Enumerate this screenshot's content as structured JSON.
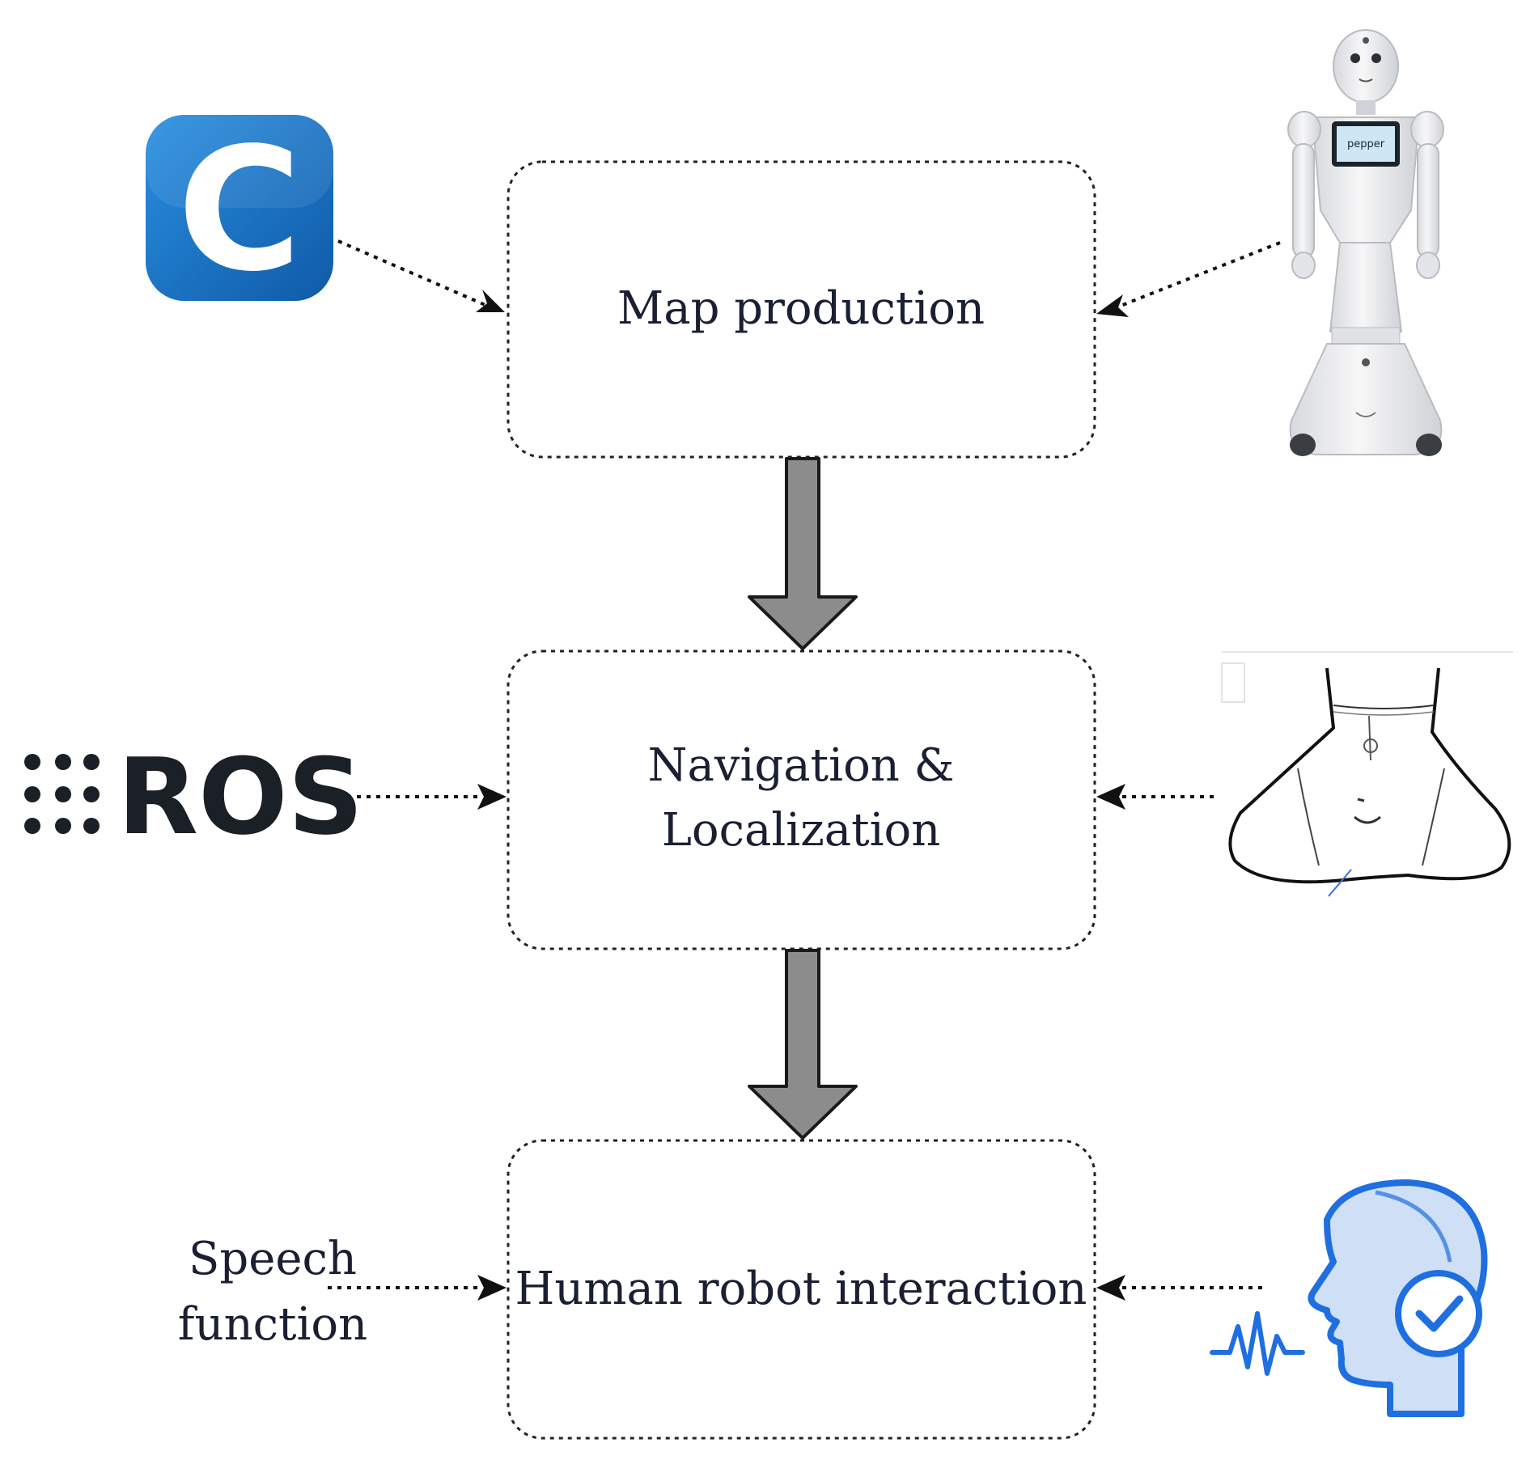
{
  "boxes": {
    "map_production": "Map production",
    "navigation_line1": "Navigation &",
    "navigation_line2": "Localization",
    "hri": "Human robot interaction"
  },
  "inputs": {
    "c_logo_letter": "C",
    "ros_logo_text": "ROS",
    "speech_line1": "Speech",
    "speech_line2": "function",
    "robot_screen_label": "pepper"
  },
  "icons": {
    "left_top": "c-language-logo-icon",
    "left_middle": "ros-logo-icon",
    "right_top": "pepper-robot-icon",
    "right_middle": "robot-base-sketch-icon",
    "right_bottom": "voice-recognition-head-icon"
  },
  "colors": {
    "c_logo_blue": "#1b6fc0",
    "flow_arrow_fill": "#8c8c8c",
    "voice_icon_blue": "#1f6fe0",
    "voice_icon_fill": "#cfe0f6"
  }
}
